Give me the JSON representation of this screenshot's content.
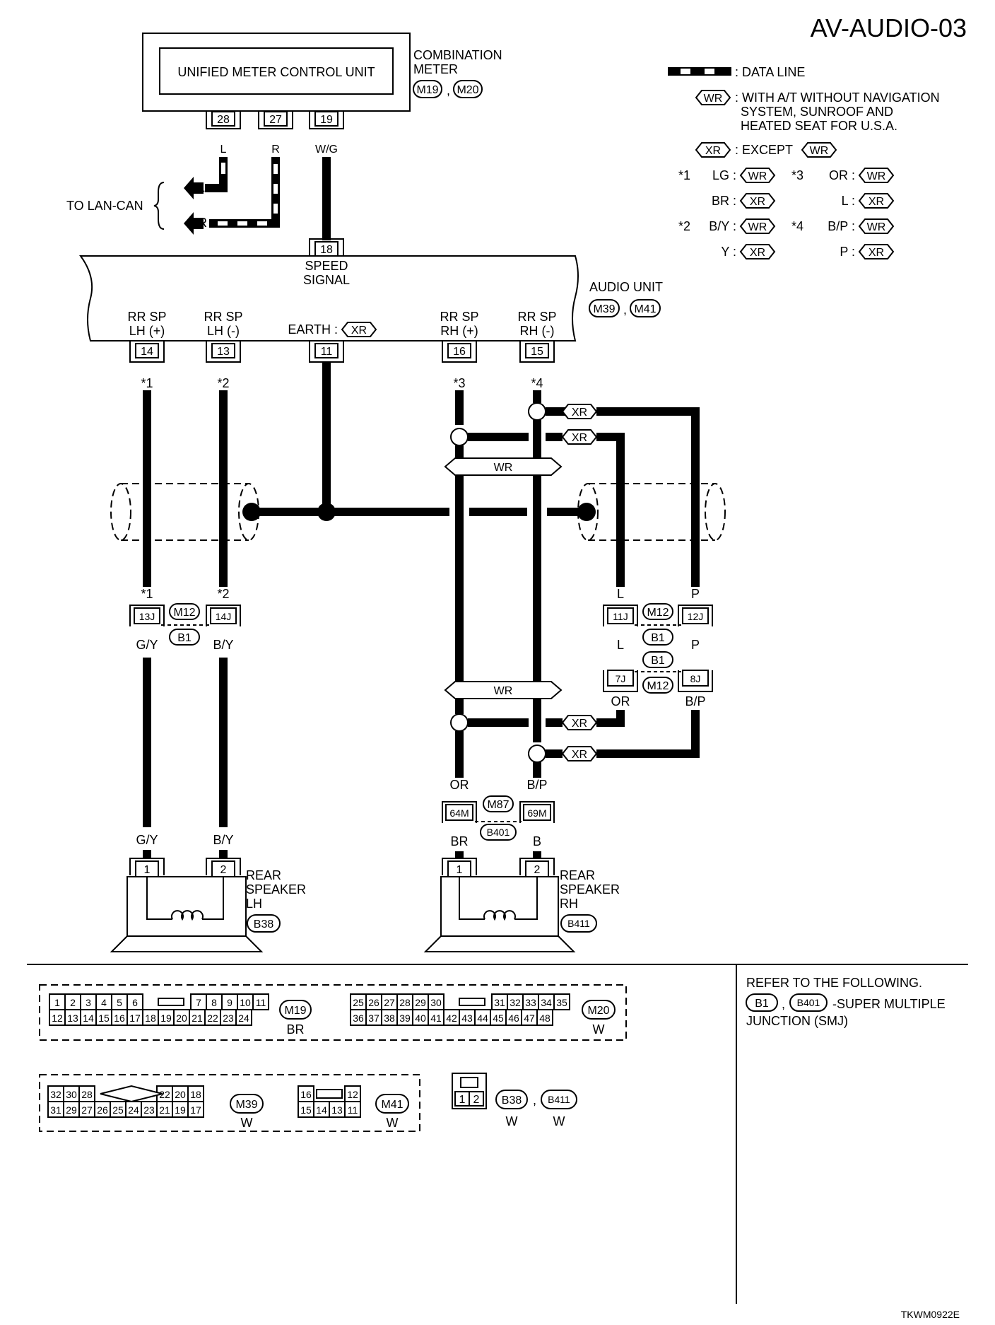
{
  "page_code": "AV-AUDIO-03",
  "footer_code": "TKWM0922E",
  "legend": {
    "data_line": ": DATA LINE",
    "wr_tag": "WR",
    "xr_tag": "XR",
    "wr_line1": ": WITH A/T WITHOUT NAVIGATION",
    "wr_line2": "SYSTEM, SUNROOF AND",
    "wr_line3": "HEATED SEAT FOR U.S.A.",
    "xr_text": ": EXCEPT",
    "star1": "*1",
    "star2": "*2",
    "star3": "*3",
    "star4": "*4",
    "s1_wr": "LG :",
    "s1_xr": "BR :",
    "s2_wr": "B/Y :",
    "s2_xr": "Y :",
    "s3_wr": "OR :",
    "s3_xr": "L :",
    "s4_wr": "B/P :",
    "s4_xr": "P :"
  },
  "meter": {
    "unit_label": "UNIFIED METER CONTROL UNIT",
    "title1": "COMBINATION",
    "title2": "METER",
    "conn1": "M19",
    "conn2": "M20",
    "pin28": "28",
    "pin27": "27",
    "pin19": "19",
    "w28": "L",
    "w27": "R",
    "w19": "W/G",
    "lan_label": "TO LAN-CAN",
    "lan_l": "L",
    "lan_r": "R"
  },
  "audio": {
    "title": "AUDIO UNIT",
    "conn1": "M39",
    "conn2": "M41",
    "pin18": "18",
    "speed1": "SPEED",
    "speed2": "SIGNAL",
    "lhp1": "RR SP",
    "lhp2": "LH (+)",
    "lhn1": "RR SP",
    "lhn2": "LH (-)",
    "earth": "EARTH :",
    "rhp1": "RR SP",
    "rhp2": "RH (+)",
    "rhn1": "RR SP",
    "rhn2": "RH (-)",
    "pin14": "14",
    "pin13": "13",
    "pin11": "11",
    "pin16": "16",
    "pin15": "15"
  },
  "wiring": {
    "s1": "*1",
    "s2": "*2",
    "s3": "*3",
    "s4": "*4",
    "wr_bar": "WR",
    "c13j": "13J",
    "c14j": "14J",
    "c11j": "11J",
    "c12j": "12J",
    "c7j": "7J",
    "c8j": "8J",
    "m12": "M12",
    "b1": "B1",
    "gy": "G/Y",
    "by": "B/Y",
    "l": "L",
    "p": "P",
    "or": "OR",
    "bp": "B/P",
    "br": "BR",
    "b": "B",
    "c64m": "64M",
    "c69m": "69M",
    "m87": "M87",
    "b401": "B401"
  },
  "speakers": {
    "lh_l1": "REAR",
    "lh_l2": "SPEAKER",
    "lh_l3": "LH",
    "lh_conn": "B38",
    "rh_l1": "REAR",
    "rh_l2": "SPEAKER",
    "rh_l3": "RH",
    "rh_conn": "B411",
    "pin1": "1",
    "pin2": "2"
  },
  "connectors": {
    "m19_row1": [
      "1",
      "2",
      "3",
      "4",
      "5",
      "6",
      "7",
      "8",
      "9",
      "10",
      "11"
    ],
    "m19_row2": [
      "12",
      "13",
      "14",
      "15",
      "16",
      "17",
      "18",
      "19",
      "20",
      "21",
      "22",
      "23",
      "24"
    ],
    "m19_label": "M19",
    "m19_color": "BR",
    "m20_row1": [
      "25",
      "26",
      "27",
      "28",
      "29",
      "30",
      "31",
      "32",
      "33",
      "34",
      "35"
    ],
    "m20_row2": [
      "36",
      "37",
      "38",
      "39",
      "40",
      "41",
      "42",
      "43",
      "44",
      "45",
      "46",
      "47",
      "48"
    ],
    "m20_label": "M20",
    "m20_color": "W",
    "m39_row1": [
      "32",
      "30",
      "28",
      "22",
      "20",
      "18"
    ],
    "m39_row2": [
      "31",
      "29",
      "27",
      "26",
      "25",
      "24",
      "23",
      "21",
      "19",
      "17"
    ],
    "m39_label": "M39",
    "m39_color": "W",
    "m41_row1": [
      "16",
      "12"
    ],
    "m41_row2": [
      "15",
      "14",
      "13",
      "11"
    ],
    "m41_label": "M41",
    "m41_color": "W",
    "sp_pins": [
      "1",
      "2"
    ],
    "b38_label": "B38",
    "b411_label": "B411",
    "b38_color": "W",
    "b411_color": "W"
  },
  "refer": {
    "line1": "REFER TO THE FOLLOWING.",
    "conn1": "B1",
    "conn2": "B401",
    "text1": "-SUPER MULTIPLE",
    "text2": "JUNCTION (SMJ)"
  }
}
